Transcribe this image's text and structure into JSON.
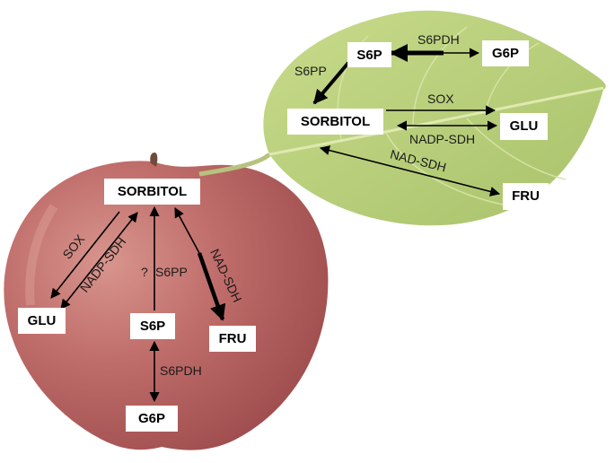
{
  "leaf": {
    "nodes": {
      "s6p": "S6P",
      "g6p": "G6P",
      "sorbitol": "SORBITOL",
      "glu": "GLU",
      "fru": "FRU"
    },
    "enzymes": {
      "s6pdh": "S6PDH",
      "s6pp": "S6PP",
      "sox": "SOX",
      "nadp_sdh": "NADP-SDH",
      "nad_sdh": "NAD-SDH"
    }
  },
  "fruit": {
    "nodes": {
      "sorbitol": "SORBITOL",
      "glu": "GLU",
      "s6p": "S6P",
      "fru": "FRU",
      "g6p": "G6P"
    },
    "enzymes": {
      "sox": "SOX",
      "nadp_sdh": "NADP-SDH",
      "s6pp": "S6PP",
      "s6pp_marker": "?",
      "nad_sdh": "NAD-SDH",
      "s6pdh": "S6PDH"
    }
  },
  "colors": {
    "leaf": "#b9cf7a",
    "leaf_vein": "#d9e6a6",
    "apple": "#b8605f",
    "apple_light": "#d38e86",
    "arrow": "#000000",
    "box": "#ffffff"
  }
}
